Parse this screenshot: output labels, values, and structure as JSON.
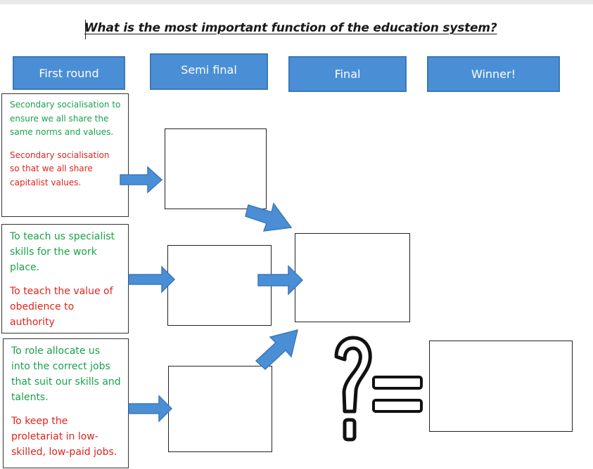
{
  "title": "What is the most important function of the education system?",
  "headers": {
    "first_round": "First round",
    "semi_final": "Semi final",
    "final": "Final",
    "winner": "Winner!"
  },
  "first_round": [
    {
      "green": "Secondary socialisation to ensure we all share the same norms and values.",
      "red": "Secondary socialisation so that we all share capitalist values."
    },
    {
      "green": "To teach us specialist skills for the work place.",
      "red": "To teach the value of obedience to authority"
    },
    {
      "green": "To role allocate us into the correct jobs that suit our skills and talents.",
      "red": "To keep the proletariat in low-skilled, low-paid jobs."
    }
  ],
  "colors": {
    "header_fill": "#4a8fd6",
    "arrow_fill": "#4a8fd6",
    "green_text": "#18a24a",
    "red_text": "#e0241c"
  },
  "icons": [
    "question-mark-icon",
    "equals-sign-icon"
  ]
}
